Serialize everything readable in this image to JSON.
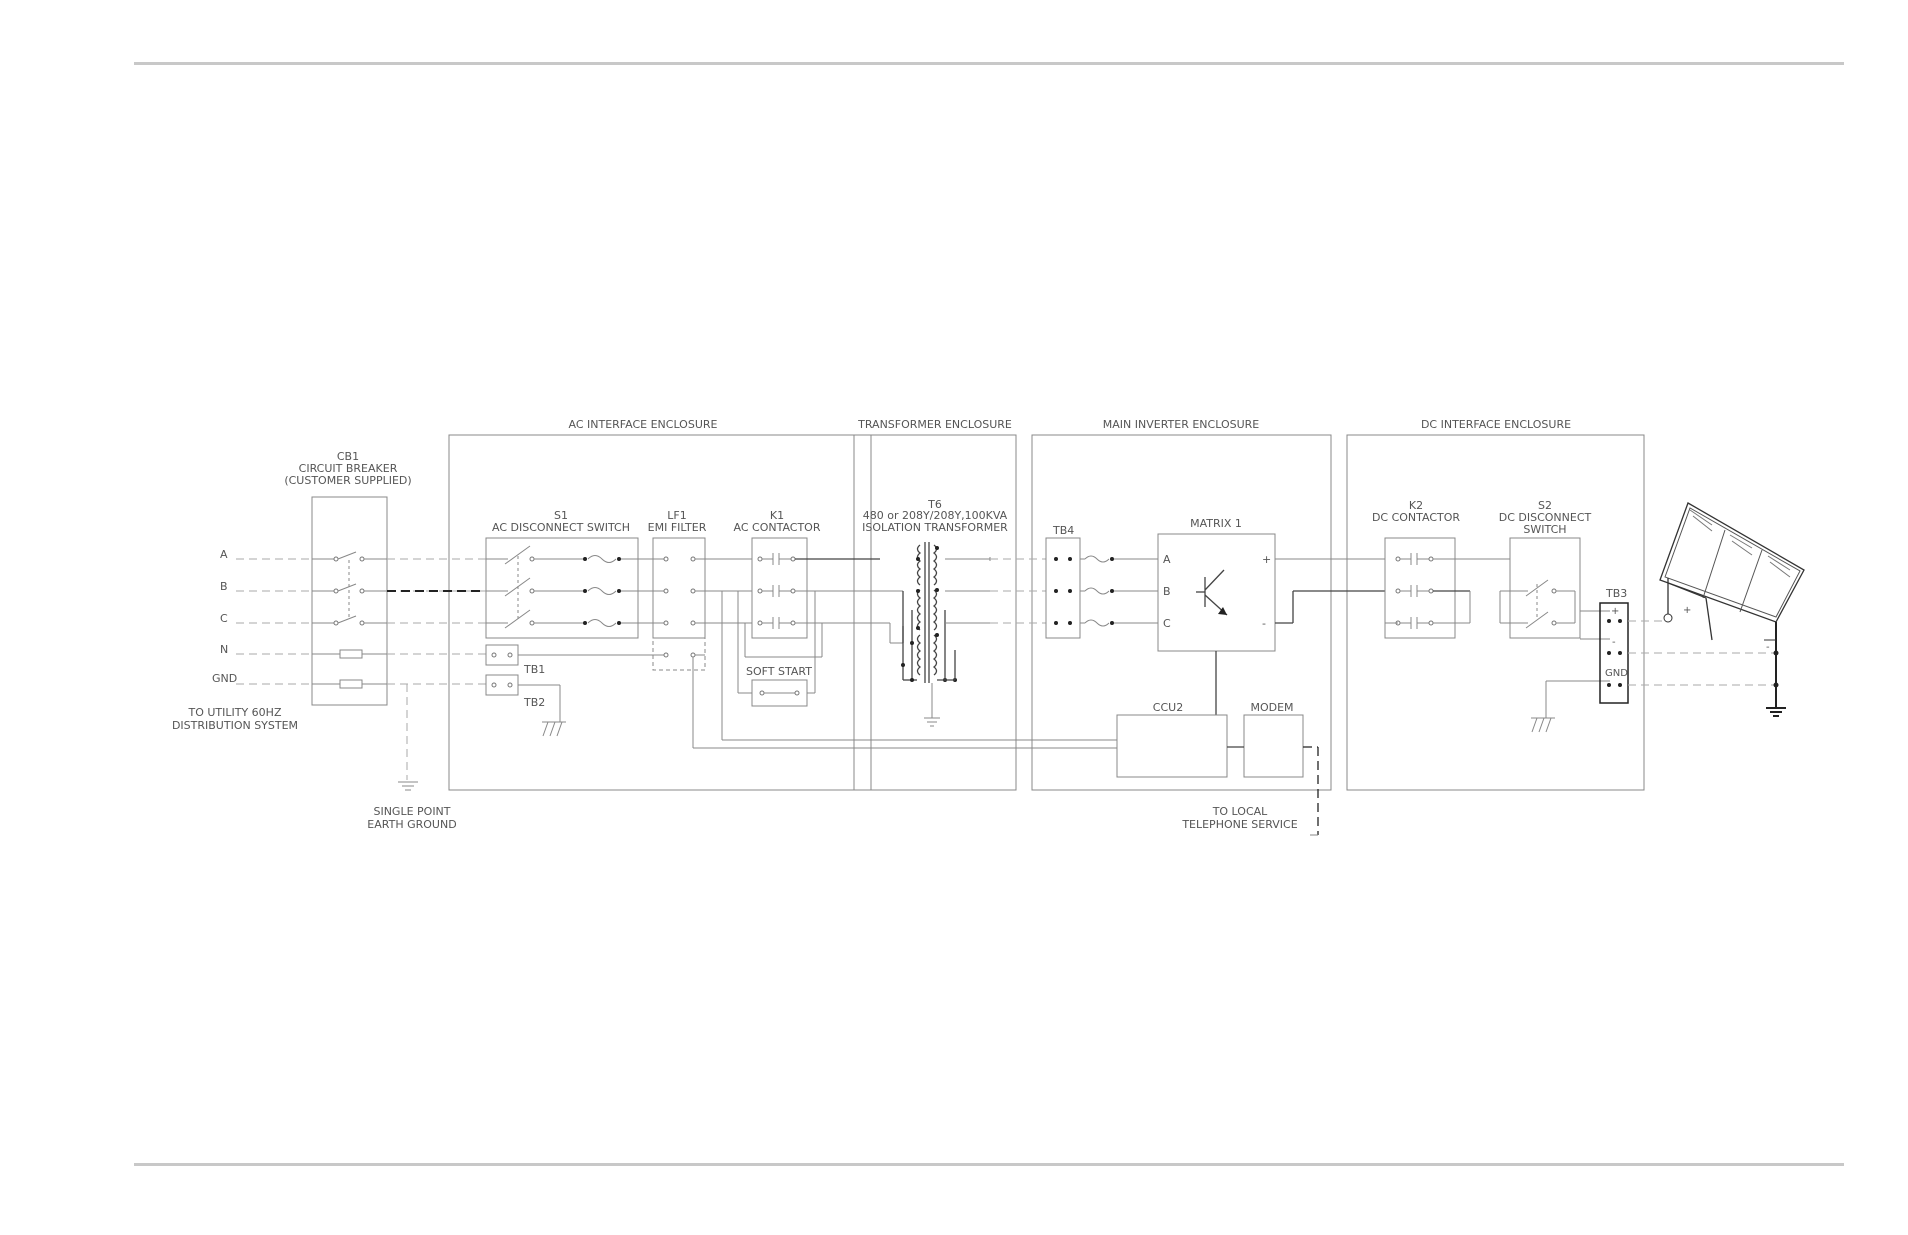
{
  "labels": {
    "cb1": "CB1",
    "cb1_name": "CIRCUIT BREAKER",
    "cb1_note": "(CUSTOMER SUPPLIED)",
    "line_a": "A",
    "line_b": "B",
    "line_c": "C",
    "line_n": "N",
    "line_gnd": "GND",
    "utility_1": "TO UTILITY 60HZ",
    "utility_2": "DISTRIBUTION SYSTEM",
    "earth_1": "SINGLE POINT",
    "earth_2": "EARTH GROUND",
    "ac_enclosure": "AC INTERFACE ENCLOSURE",
    "s1": "S1",
    "s1_name": "AC DISCONNECT SWITCH",
    "lf1": "LF1",
    "lf1_name": "EMI FILTER",
    "k1": "K1",
    "k1_name": "AC CONTACTOR",
    "soft_start": "SOFT START",
    "tb1": "TB1",
    "tb2": "TB2",
    "xfmr_enclosure": "TRANSFORMER ENCLOSURE",
    "t6": "T6",
    "t6_rating": "480 or 208Y/208Y,100KVA",
    "t6_name": "ISOLATION TRANSFORMER",
    "inv_enclosure": "MAIN INVERTER ENCLOSURE",
    "tb4": "TB4",
    "matrix": "MATRIX 1",
    "phase_a": "A",
    "phase_b": "B",
    "phase_c": "C",
    "dc_plus": "+",
    "dc_minus": "-",
    "ccu2": "CCU2",
    "modem": "MODEM",
    "tel_1": "TO LOCAL",
    "tel_2": "TELEPHONE SERVICE",
    "dc_enclosure": "DC INTERFACE ENCLOSURE",
    "k2": "K2",
    "k2_name": "DC CONTACTOR",
    "s2": "S2",
    "s2_name_1": "DC DISCONNECT",
    "s2_name_2": "SWITCH",
    "tb3": "TB3",
    "tb3_plus": "+",
    "tb3_minus": "-",
    "tb3_gnd": "GND",
    "pv_plus": "+",
    "pv_minus": "-"
  }
}
